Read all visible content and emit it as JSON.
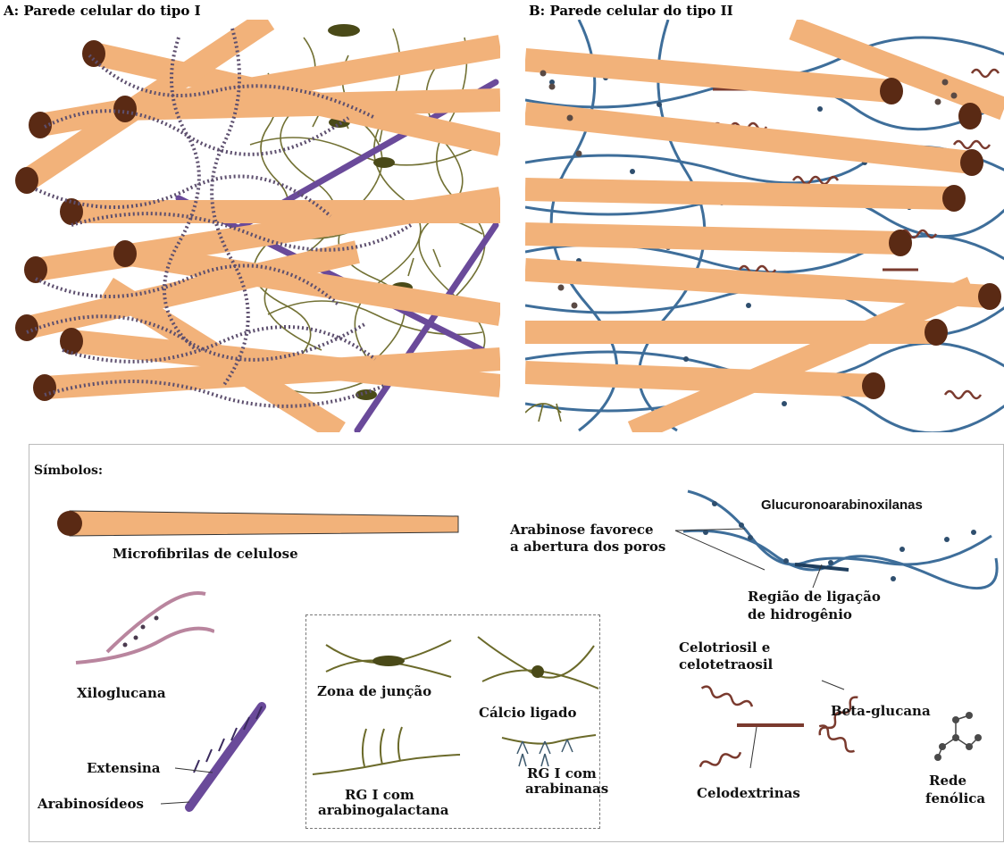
{
  "panel_a": {
    "title": "A: Parede celular do tipo I"
  },
  "panel_b": {
    "title": "B: Parede celular do tipo II"
  },
  "legend": {
    "heading": "Símbolos:",
    "cellulose": "Microfibrilas de celulose",
    "xyloglucan": "Xiloglucana",
    "extensin": "Extensina",
    "arabinosides": "Arabinosídeos",
    "junction_zone": "Zona de junção",
    "bound_calcium": "Cálcio ligado",
    "rg1_arabinogalactan_1": "RG I com",
    "rg1_arabinogalactan_2": "arabinogalactana",
    "rg1_arabinan_1": "RG I com",
    "rg1_arabinan_2": "arabinanas",
    "gax": "Glucuronoarabinoxilanas",
    "arabinose_1": "Arabinose favorece",
    "arabinose_2": "a abertura dos poros",
    "hbond_1": "Região de ligação",
    "hbond_2": "de hidrogênio",
    "cellotriosyl_1": "Celotriosil e",
    "cellotriosyl_2": "celotetraosil",
    "beta_glucan": "Beta-glucana",
    "cellodextrins": "Celodextrinas",
    "phenolic_1": "Rede",
    "phenolic_2": "fenólica"
  },
  "colors": {
    "cellulose_fill": "#f2b27a",
    "cellulose_end": "#5a2a14",
    "xyloglucan": "#7a6090",
    "pectin": "#6b6a2a",
    "extensin": "#6a4a9a",
    "gax": "#3e6e9a",
    "beta_glucan": "#7a3a2e"
  }
}
